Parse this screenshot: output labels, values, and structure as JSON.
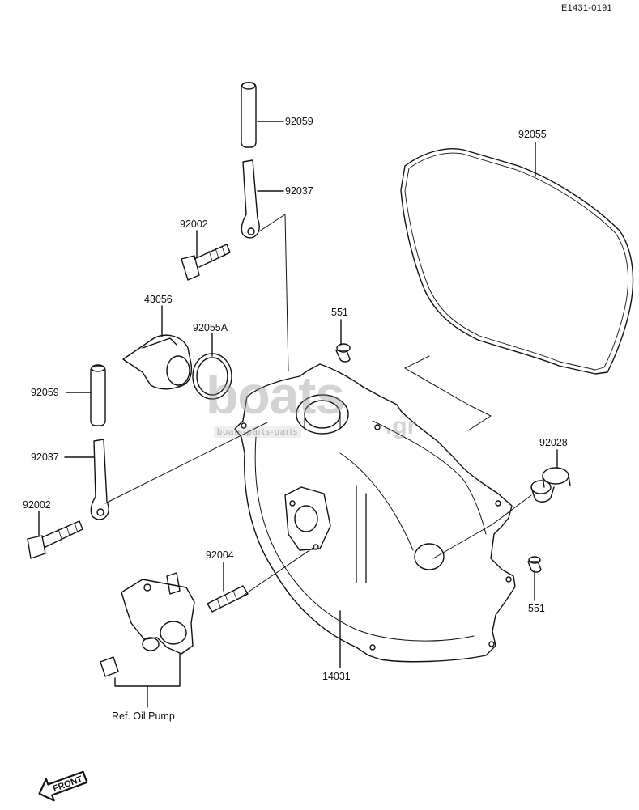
{
  "diagram_code": "E1431-0191",
  "watermark": {
    "main": "boats",
    "tld": ".gr",
    "sub": "boats-parts-parts"
  },
  "front_label": "FRONT",
  "ref_label": "Ref. Oil Pump",
  "parts": [
    {
      "id": "pin-92059-top",
      "number": "92059"
    },
    {
      "id": "strap-92037-top",
      "number": "92037"
    },
    {
      "id": "ring-92055",
      "number": "92055"
    },
    {
      "id": "bolt-92002-top",
      "number": "92002"
    },
    {
      "id": "cap-43056",
      "number": "43056"
    },
    {
      "id": "oring-92055A",
      "number": "92055A"
    },
    {
      "id": "dowel-551-top",
      "number": "551"
    },
    {
      "id": "pin-92059-left",
      "number": "92059"
    },
    {
      "id": "strap-92037-left",
      "number": "92037"
    },
    {
      "id": "collar-92028",
      "number": "92028"
    },
    {
      "id": "bolt-92002-left",
      "number": "92002"
    },
    {
      "id": "stud-92004",
      "number": "92004"
    },
    {
      "id": "dowel-551-right",
      "number": "551"
    },
    {
      "id": "cover-14031",
      "number": "14031"
    }
  ]
}
